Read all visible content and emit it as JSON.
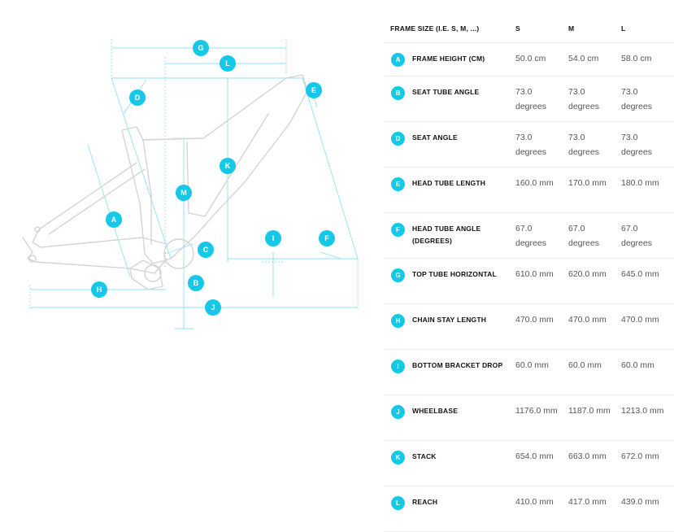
{
  "colors": {
    "accent": "#16c8e8",
    "frame_line": "#d4d4d4",
    "dimension_line": "#8fe3f2"
  },
  "diagram": {
    "markers": [
      "G",
      "L",
      "D",
      "E",
      "K",
      "M",
      "A",
      "C",
      "I",
      "F",
      "B",
      "H",
      "J"
    ]
  },
  "table": {
    "header": {
      "name": "FRAME SIZE (I.E. S, M, ...)",
      "s": "S",
      "m": "M",
      "l": "L"
    },
    "rows": [
      {
        "marker": "A",
        "label": "FRAME HEIGHT (CM)",
        "s": "50.0 cm",
        "m": "54.0 cm",
        "l": "58.0 cm"
      },
      {
        "marker": "B",
        "label": "SEAT TUBE ANGLE",
        "s": "73.0 degrees",
        "m": "73.0 degrees",
        "l": "73.0 degrees"
      },
      {
        "marker": "D",
        "label": "SEAT ANGLE",
        "s": "73.0 degrees",
        "m": "73.0 degrees",
        "l": "73.0 degrees"
      },
      {
        "marker": "E",
        "label": "HEAD TUBE LENGTH",
        "s": "160.0 mm",
        "m": "170.0 mm",
        "l": "180.0 mm"
      },
      {
        "marker": "F",
        "label": "HEAD TUBE ANGLE (DEGREES)",
        "s": "67.0 degrees",
        "m": "67.0 degrees",
        "l": "67.0 degrees"
      },
      {
        "marker": "G",
        "label": "TOP TUBE HORIZONTAL",
        "s": "610.0 mm",
        "m": "620.0 mm",
        "l": "645.0 mm"
      },
      {
        "marker": "H",
        "label": "CHAIN STAY LENGTH",
        "s": "470.0 mm",
        "m": "470.0 mm",
        "l": "470.0 mm"
      },
      {
        "marker": "I",
        "label": "BOTTOM BRACKET DROP",
        "s": "60.0 mm",
        "m": "60.0 mm",
        "l": "60.0 mm"
      },
      {
        "marker": "J",
        "label": "WHEELBASE",
        "s": "1176.0 mm",
        "m": "1187.0 mm",
        "l": "1213.0 mm"
      },
      {
        "marker": "K",
        "label": "STACK",
        "s": "654.0 mm",
        "m": "663.0 mm",
        "l": "672.0 mm"
      },
      {
        "marker": "L",
        "label": "REACH",
        "s": "410.0 mm",
        "m": "417.0 mm",
        "l": "439.0 mm"
      }
    ]
  }
}
